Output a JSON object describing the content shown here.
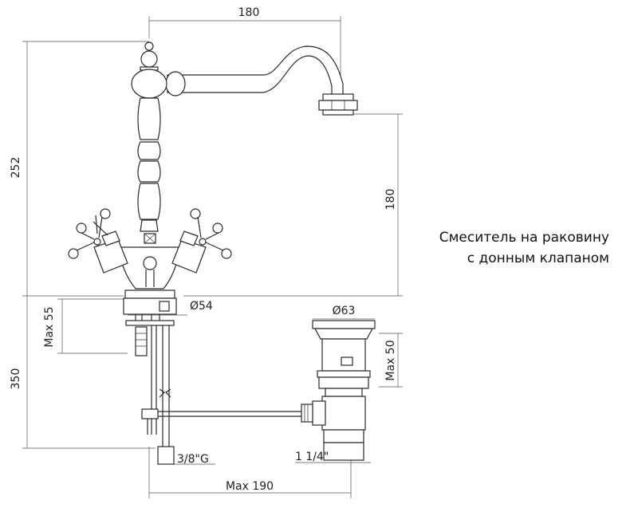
{
  "caption": {
    "line1": "Смеситель на раковину",
    "line2": "с донным клапаном"
  },
  "dimensions": {
    "spout_reach": "180",
    "total_height": "252",
    "spout_height": "180",
    "base_diameter": "Ø54",
    "max_thickness": "Max 55",
    "below_counter": "350",
    "drain_diameter": "Ø63",
    "drain_max": "Max 50",
    "hose_thread": "3/8\"G",
    "drain_thread": "1 1/4\"",
    "max_width": "Max 190"
  }
}
